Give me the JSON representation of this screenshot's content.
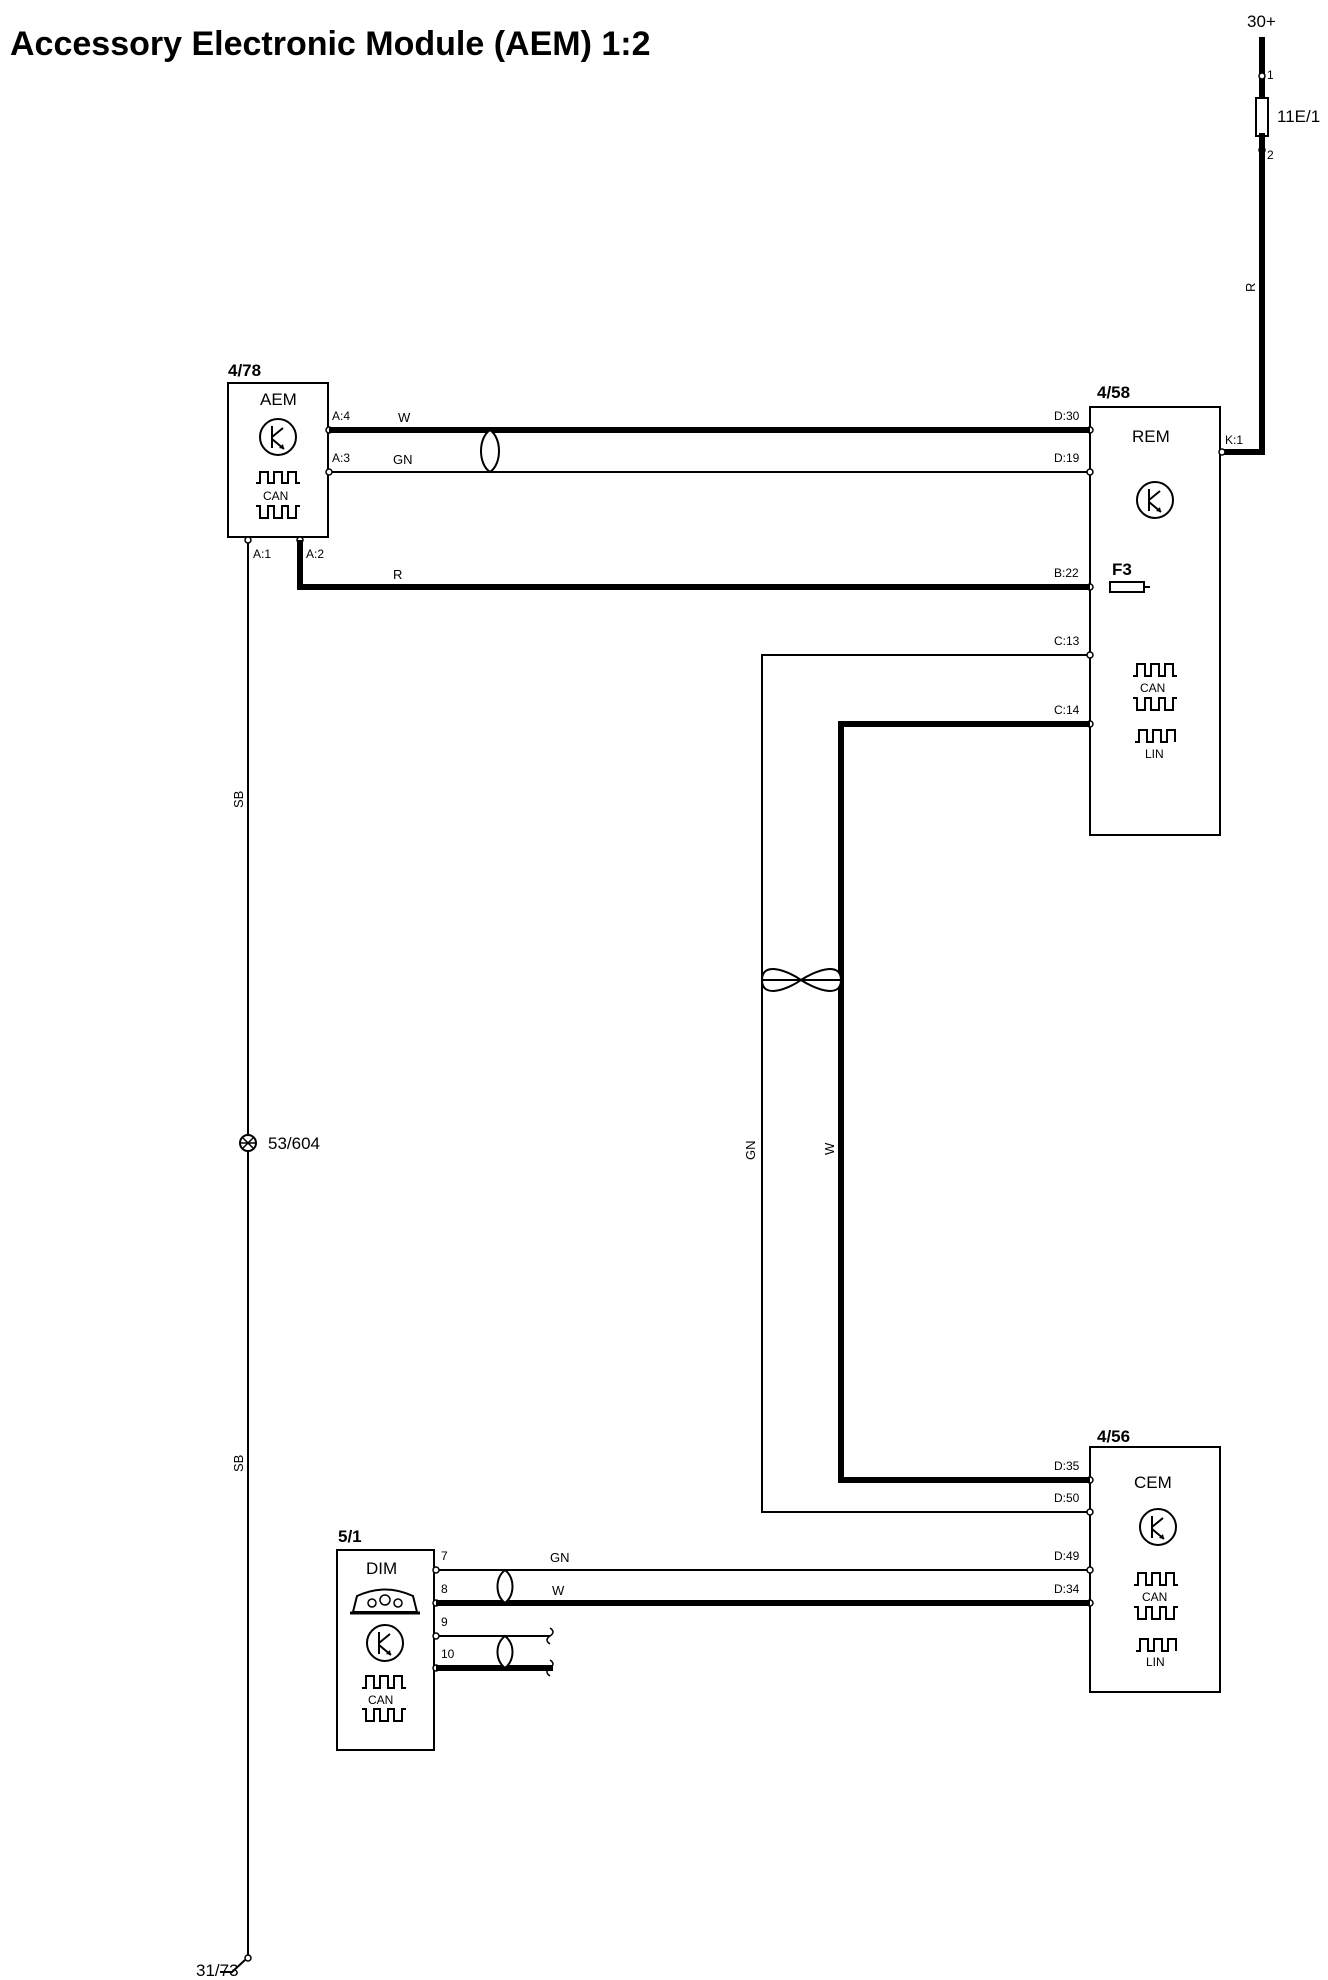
{
  "title": "Accessory Electronic Module (AEM) 1:2",
  "supply": {
    "label": "30+",
    "fuse": "11E/1",
    "fuse_pin_in": "1",
    "fuse_pin_out": "2",
    "wire": "R"
  },
  "aem": {
    "ref": "4/78",
    "name": "AEM",
    "pins": {
      "a4": "A:4",
      "a3": "A:3",
      "a1": "A:1",
      "a2": "A:2"
    },
    "can": "CAN"
  },
  "rem": {
    "ref": "4/58",
    "name": "REM",
    "pins": {
      "d30": "D:30",
      "d19": "D:19",
      "b22": "B:22",
      "c13": "C:13",
      "c14": "C:14",
      "k1": "K:1"
    },
    "fuse": "F3",
    "can": "CAN",
    "lin": "LIN"
  },
  "cem": {
    "ref": "4/56",
    "name": "CEM",
    "pins": {
      "d35": "D:35",
      "d50": "D:50",
      "d49": "D:49",
      "d34": "D:34"
    },
    "can": "CAN",
    "lin": "LIN"
  },
  "dim": {
    "ref": "5/1",
    "name": "DIM",
    "pins": {
      "p7": "7",
      "p8": "8",
      "p9": "9",
      "p10": "10"
    },
    "can": "CAN"
  },
  "wires": {
    "aem_rem_top": "W",
    "aem_rem_mid": "GN",
    "aem_rem_r": "R",
    "ground_upper": "SB",
    "ground_lower": "SB",
    "vert_gn": "GN",
    "vert_w": "W",
    "dim_gn": "GN",
    "dim_w": "W"
  },
  "splice": "53/604",
  "ground": "31/73"
}
